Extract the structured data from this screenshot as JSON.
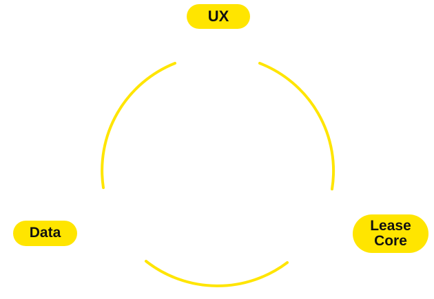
{
  "diagram": {
    "accent_color": "#ffe500",
    "nodes": {
      "ux": {
        "label": "UX"
      },
      "data": {
        "label": "Data"
      },
      "lease_core": {
        "line1": "Lease",
        "line2": "Core"
      }
    }
  }
}
